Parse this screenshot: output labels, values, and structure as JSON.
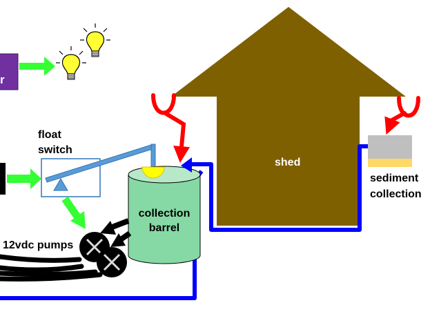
{
  "labels": {
    "shed": "shed",
    "float_switch_line1": "float",
    "float_switch_line2": "switch",
    "collection_barrel_line1": "collection",
    "collection_barrel_line2": "barrel",
    "pumps": "12vdc pumps",
    "sediment_line1": "sediment",
    "sediment_line2": "collection",
    "partial_box_text": "r"
  },
  "colors": {
    "shed": "#7f6000",
    "barrel": "#86d9a4",
    "water_line": "#0000ff",
    "gutter": "#ff0000",
    "signal_arrow": "#33ff33",
    "float_bar": "#5b9bd5",
    "purple_box": "#7030a0",
    "sediment_box": "#bfbfbf",
    "sediment_fill": "#ffd966",
    "float_ball": "#ffff00",
    "pump": "#000000"
  },
  "icons": [
    "light-bulb-icon",
    "pump-icon",
    "gutter-downspout-icon"
  ]
}
